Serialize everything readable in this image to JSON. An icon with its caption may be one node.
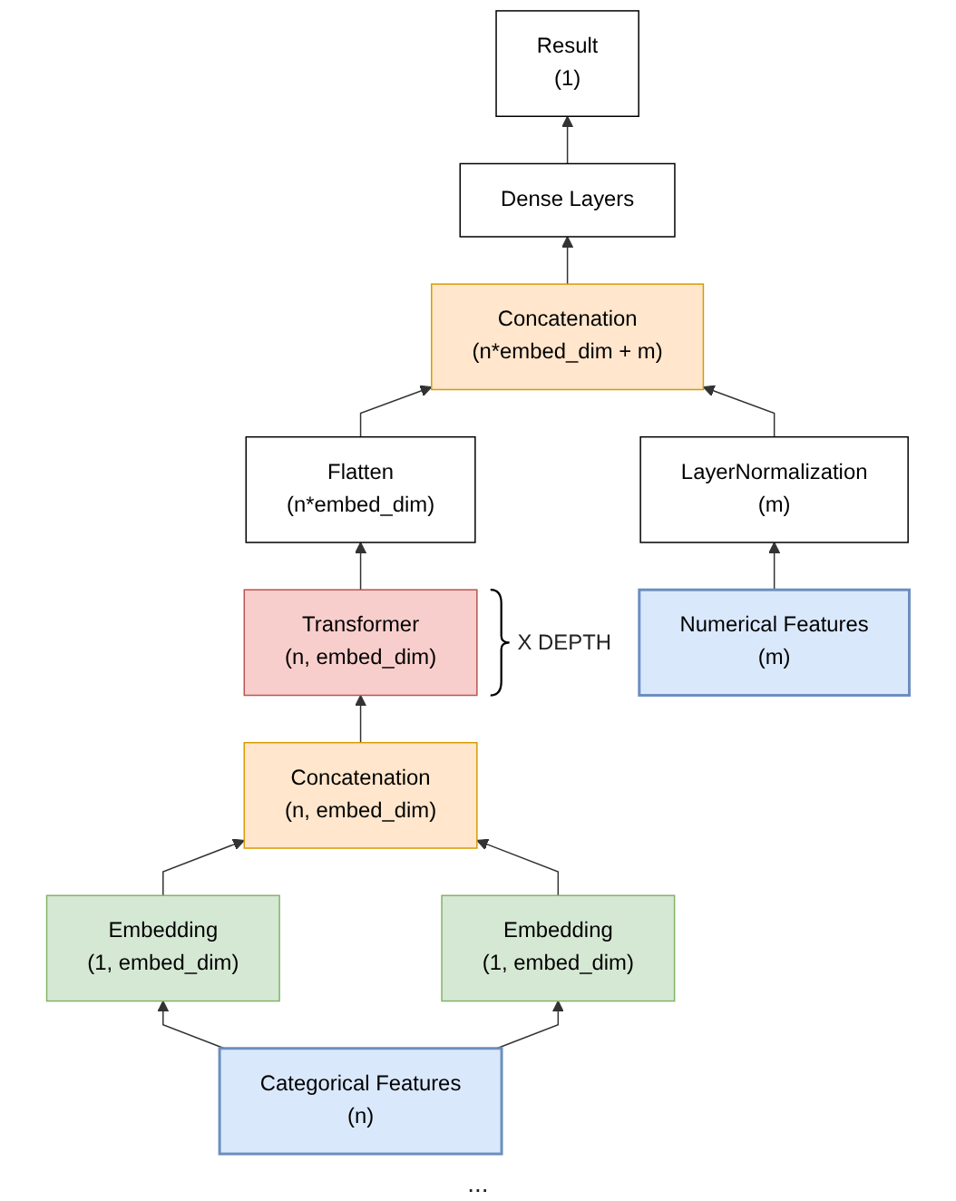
{
  "diagram": {
    "nodes": [
      {
        "text": [
          "Result",
          "(1)"
        ]
      },
      {
        "text": [
          "Dense Layers"
        ]
      },
      {
        "text": [
          "Concatenation",
          "(n*embed_dim + m)"
        ]
      },
      {
        "text": [
          "Flatten",
          "(n*embed_dim)"
        ]
      },
      {
        "text": [
          "Transformer",
          "(n, embed_dim)"
        ],
        "beside": [
          "X DEPTH"
        ]
      },
      {
        "text": [
          "Concatenation",
          "(n, embed_dim)"
        ]
      },
      {
        "text": [
          "Embedding",
          "(1, embed_dim)"
        ]
      },
      {
        "text": [
          "Embedding",
          "(1, embed_dim)"
        ]
      },
      {
        "text": [
          "LayerNormalization",
          "(m)"
        ]
      },
      {
        "text": [
          "Categorical Features",
          "(n)"
        ]
      },
      {
        "text": [
          "Numerical Features",
          "(m)"
        ]
      }
    ],
    "edges": [
      {
        "from": 1,
        "to": 0,
        "arrow": "to"
      },
      {
        "from": 2,
        "to": 1,
        "arrow": "to"
      },
      {
        "from": 3,
        "to": 2,
        "arrow": "to"
      },
      {
        "from": 8,
        "to": 2,
        "arrow": "to"
      },
      {
        "from": 4,
        "to": 3,
        "arrow": "to"
      },
      {
        "from": 5,
        "to": 4,
        "arrow": "to"
      },
      {
        "from": 6,
        "to": 5,
        "arrow": "to"
      },
      {
        "from": 7,
        "to": 5,
        "arrow": "to"
      },
      {
        "from": 9,
        "to": 6,
        "arrow": "to"
      },
      {
        "from": 9,
        "to": 7,
        "arrow": "to"
      },
      {
        "from": 10,
        "to": 8,
        "arrow": "to"
      }
    ],
    "labels": [
      "..."
    ]
  }
}
